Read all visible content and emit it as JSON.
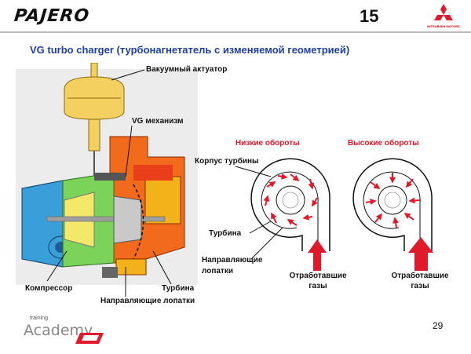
{
  "header": {
    "brand": "PAJERO",
    "page_number": "15",
    "logo_text": "MITSUBISHI MOTORS"
  },
  "title": "VG turbo charger (турбонагнетатель с изменяемой геометрией)",
  "left_diagram": {
    "label_actuator": "Вакуумный актуатор",
    "label_vg": "VG механизм",
    "label_compressor": "Компрессор",
    "label_turbine": "Турбина",
    "label_vanes": "Направляющие лопатки"
  },
  "right_diagram": {
    "low_rpm": "Низкие обороты",
    "high_rpm": "Высокие обороты",
    "housing": "Корпус турбины",
    "turbine": "Турбина",
    "vanes_line1": "Направляющие",
    "vanes_line2": "лопатки",
    "exhaust_left_line1": "Отработавшие",
    "exhaust_left_line2": "газы",
    "exhaust_right_line1": "Отработавшие",
    "exhaust_right_line2": "газы"
  },
  "footer": {
    "training": "training",
    "academy": "Academy",
    "page": "29"
  },
  "colors": {
    "title_blue": "#1f3fa0",
    "red": "#e0192b",
    "actuator_yellow": "#f4d060",
    "compressor_blue": "#3a9ed8",
    "housing_orange": "#f26a1b"
  }
}
